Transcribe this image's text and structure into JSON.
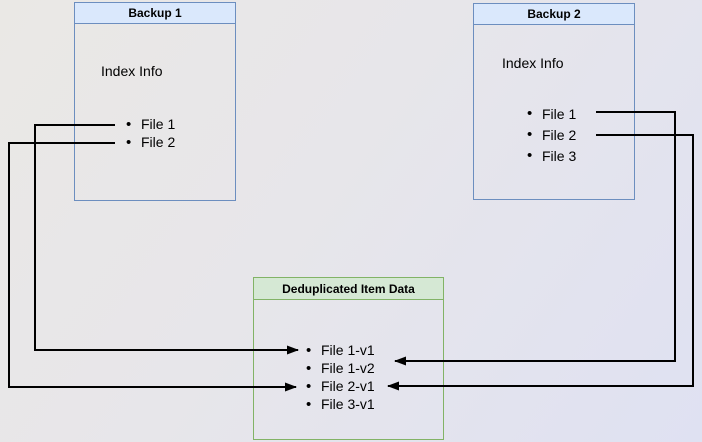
{
  "diagram": {
    "backup1": {
      "title": "Backup 1",
      "index_label": "Index Info",
      "files": [
        "File 1",
        "File 2"
      ]
    },
    "backup2": {
      "title": "Backup 2",
      "index_label": "Index Info",
      "files": [
        "File 1",
        "File 2",
        "File 3"
      ]
    },
    "dedup": {
      "title": "Deduplicated Item Data",
      "items": [
        "File 1-v1",
        "File 1-v2",
        "File 2-v1",
        "File 3-v1"
      ]
    },
    "connections": [
      {
        "from": "Backup 1 / File 1",
        "to": "File 1-v1"
      },
      {
        "from": "Backup 1 / File 2",
        "to": "File 2-v1"
      },
      {
        "from": "Backup 2 / File 1",
        "to": "File 1-v2"
      },
      {
        "from": "Backup 2 / File 2",
        "to": "File 2-v1"
      }
    ],
    "colors": {
      "blue_header_bg": "#dae8fc",
      "blue_border": "#6c8ebf",
      "green_header_bg": "#d5e8d4",
      "green_border": "#82b366",
      "connector_line": "#000000"
    }
  }
}
